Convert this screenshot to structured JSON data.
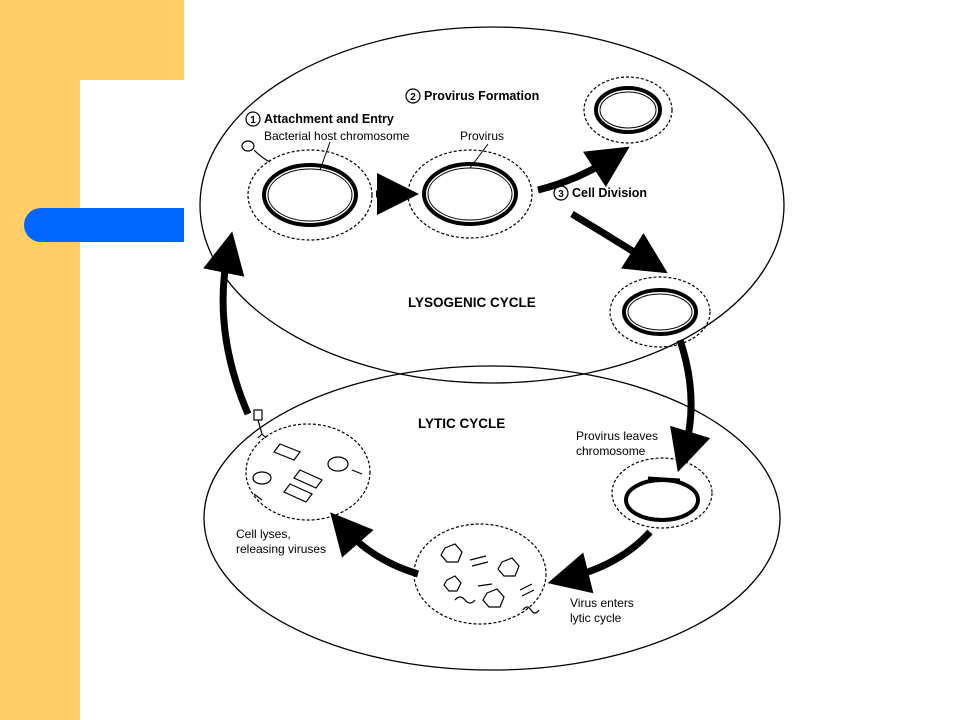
{
  "steps": {
    "step1": {
      "number": "1",
      "label": "Attachment and Entry"
    },
    "step2": {
      "number": "2",
      "label": "Provirus Formation"
    },
    "step3": {
      "number": "3",
      "label": "Cell Division"
    }
  },
  "labels": {
    "bacterial_host_chromosome": "Bacterial host chromosome",
    "provirus": "Provirus",
    "lysogenic_cycle": "LYSOGENIC CYCLE",
    "lytic_cycle": "LYTIC CYCLE",
    "provirus_leaves_line1": "Provirus leaves",
    "provirus_leaves_line2": "chromosome",
    "virus_enters_line1": "Virus enters",
    "virus_enters_line2": "lytic cycle",
    "cell_lyses_line1": "Cell lyses,",
    "cell_lyses_line2": "releasing viruses"
  },
  "colors": {
    "slide_accent": "#FFCC66",
    "slide_pill": "#0066FF"
  }
}
